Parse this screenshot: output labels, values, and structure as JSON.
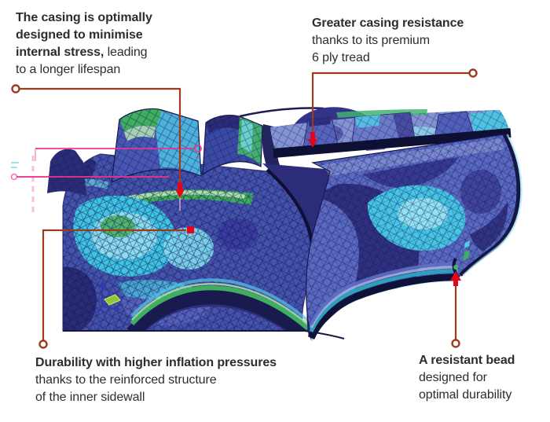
{
  "palette": {
    "callout_line": "#9e3b1e",
    "callout_marker": "#e3051b",
    "magenta_artifact": "#ee2f8d",
    "pink_artifact": "#f6aed2",
    "text_color": "#2e2d2c",
    "background": "#ffffff",
    "mesh_navy": "#2c2b78",
    "mesh_blue": "#4553ad",
    "mesh_slate": "#6b7ac9",
    "mesh_cyan": "#46c6e4",
    "mesh_light_cyan": "#9fe7f3",
    "mesh_green": "#3fae5e"
  },
  "callouts": {
    "casing": {
      "lines": [
        {
          "b": "The casing is optimally"
        },
        {
          "b": "designed to minimise"
        },
        {
          "b": "internal stress,",
          "r": " leading"
        },
        {
          "r": "to a longer lifespan"
        }
      ]
    },
    "tread": {
      "lines": [
        {
          "b": "Greater casing resistance"
        },
        {
          "r": "thanks to its premium"
        },
        {
          "r": "6 ply tread"
        }
      ]
    },
    "sidewall": {
      "lines": [
        {
          "b": "Durability with higher inflation pressures"
        },
        {
          "r": "thanks to the reinforced structure"
        },
        {
          "r": "of the inner sidewall"
        }
      ]
    },
    "bead": {
      "lines": [
        {
          "b": "A resistant bead"
        },
        {
          "r": "designed for"
        },
        {
          "r": "optimal durability"
        }
      ]
    }
  },
  "icons": {
    "endpoint_circle": "open-circle",
    "pointer_marker": "red-arrow-marker",
    "axes_triad": "xyz-axes"
  }
}
